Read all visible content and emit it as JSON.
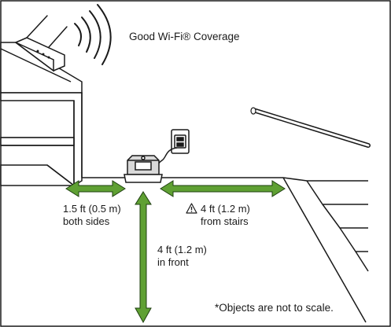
{
  "labels": {
    "wifi": "Good Wi-Fi® Coverage",
    "sides_line1": "1.5 ft (0.5 m)",
    "sides_line2": "both sides",
    "stairs_line1": "4 ft (1.2 m)",
    "stairs_line2": "from stairs",
    "front_line1": "4 ft (1.2 m)",
    "front_line2": "in front",
    "scale_note": "*Objects are not to scale."
  },
  "icons": {
    "warning": "warning-triangle-icon",
    "wifi": "wifi-signal-icon",
    "router": "router-icon",
    "outlet": "power-outlet-icon",
    "dock": "home-base-dock-icon"
  },
  "colors": {
    "arrow": "#5fa033",
    "arrow_outline": "#1e3f0f",
    "line": "#1a1a1a",
    "floor_fill": "#ffffff",
    "dock_fill": "#d9d9d9"
  }
}
